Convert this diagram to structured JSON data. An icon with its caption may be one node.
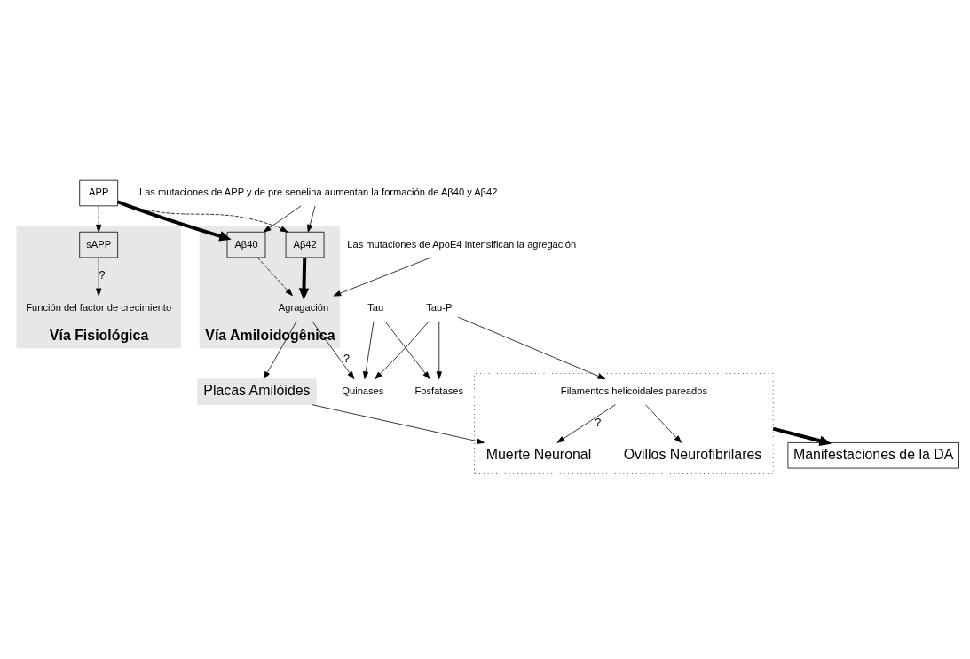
{
  "diagram": {
    "nodes": [
      {
        "text": [
          "APP"
        ]
      },
      {
        "text": [
          "Vía Fisiológica"
        ]
      },
      {
        "text": [
          "sAPP"
        ],
        "in": 1
      },
      {
        "text": [
          "Función del factor de crecimiento"
        ],
        "in": 1
      },
      {
        "text": [
          "Vía Amiloidogênica"
        ]
      },
      {
        "text": [
          "Aβ40"
        ],
        "in": 4
      },
      {
        "text": [
          "Aβ42"
        ],
        "in": 4
      },
      {
        "text": [
          "Agragación"
        ],
        "in": 4
      },
      {
        "text": [
          "Las mutaciones de APP y de pre senelina aumentan la formación de Aβ40 y Aβ42"
        ]
      },
      {
        "text": [
          "Las mutaciones de ApoE4 intensifican la agregación"
        ]
      },
      {
        "text": [
          "Quinases"
        ]
      },
      {
        "text": [
          "Tau-P"
        ]
      },
      {
        "text": [
          "Tau"
        ]
      },
      {
        "text": [
          "Fosfatases"
        ]
      },
      {
        "text": [],
        "shape": "box"
      },
      {
        "text": [
          "Placas Amilóides"
        ]
      },
      {
        "text": [
          "Filamentos helicoidales pareados"
        ],
        "in": 14
      },
      {
        "text": [
          "Muerte Neuronal"
        ],
        "in": 14
      },
      {
        "text": [
          "Ovillos Neurofibrilares"
        ],
        "in": 14
      },
      {
        "text": [
          "Manifestaciones de la DA"
        ]
      }
    ],
    "edges": [
      {
        "from": 0,
        "to": 2,
        "arrow": "to",
        "style": "dashed"
      },
      {
        "from": 0,
        "to": 5,
        "arrow": "to",
        "style": "thick"
      },
      {
        "from": 0,
        "to": 6,
        "arrow": "to",
        "style": "dashed"
      },
      {
        "from": 8,
        "to": 5,
        "arrow": "to"
      },
      {
        "from": 8,
        "to": 6,
        "arrow": "to"
      },
      {
        "from": 2,
        "to": 3,
        "arrow": "to",
        "label": "?"
      },
      {
        "from": 5,
        "to": 7,
        "arrow": "to",
        "style": "dashed"
      },
      {
        "from": 6,
        "to": 7,
        "arrow": "to",
        "style": "thick"
      },
      {
        "from": 9,
        "to": 7,
        "arrow": "to"
      },
      {
        "from": 7,
        "to": 15,
        "arrow": "to"
      },
      {
        "from": 7,
        "to": 10,
        "arrow": "to",
        "label": "?"
      },
      {
        "from": 11,
        "to": 10,
        "arrow": "to"
      },
      {
        "from": 12,
        "to": 10,
        "arrow": "to"
      },
      {
        "from": 11,
        "to": 13,
        "arrow": "to"
      },
      {
        "from": 12,
        "to": 13,
        "arrow": "to"
      },
      {
        "from": 11,
        "to": 16,
        "arrow": "to"
      },
      {
        "from": 15,
        "to": 17,
        "arrow": "to"
      },
      {
        "from": 16,
        "to": 17,
        "arrow": "to",
        "label": "?"
      },
      {
        "from": 16,
        "to": 18,
        "arrow": "to"
      },
      {
        "from": 14,
        "to": 19,
        "arrow": "to",
        "style": "thick"
      }
    ]
  }
}
